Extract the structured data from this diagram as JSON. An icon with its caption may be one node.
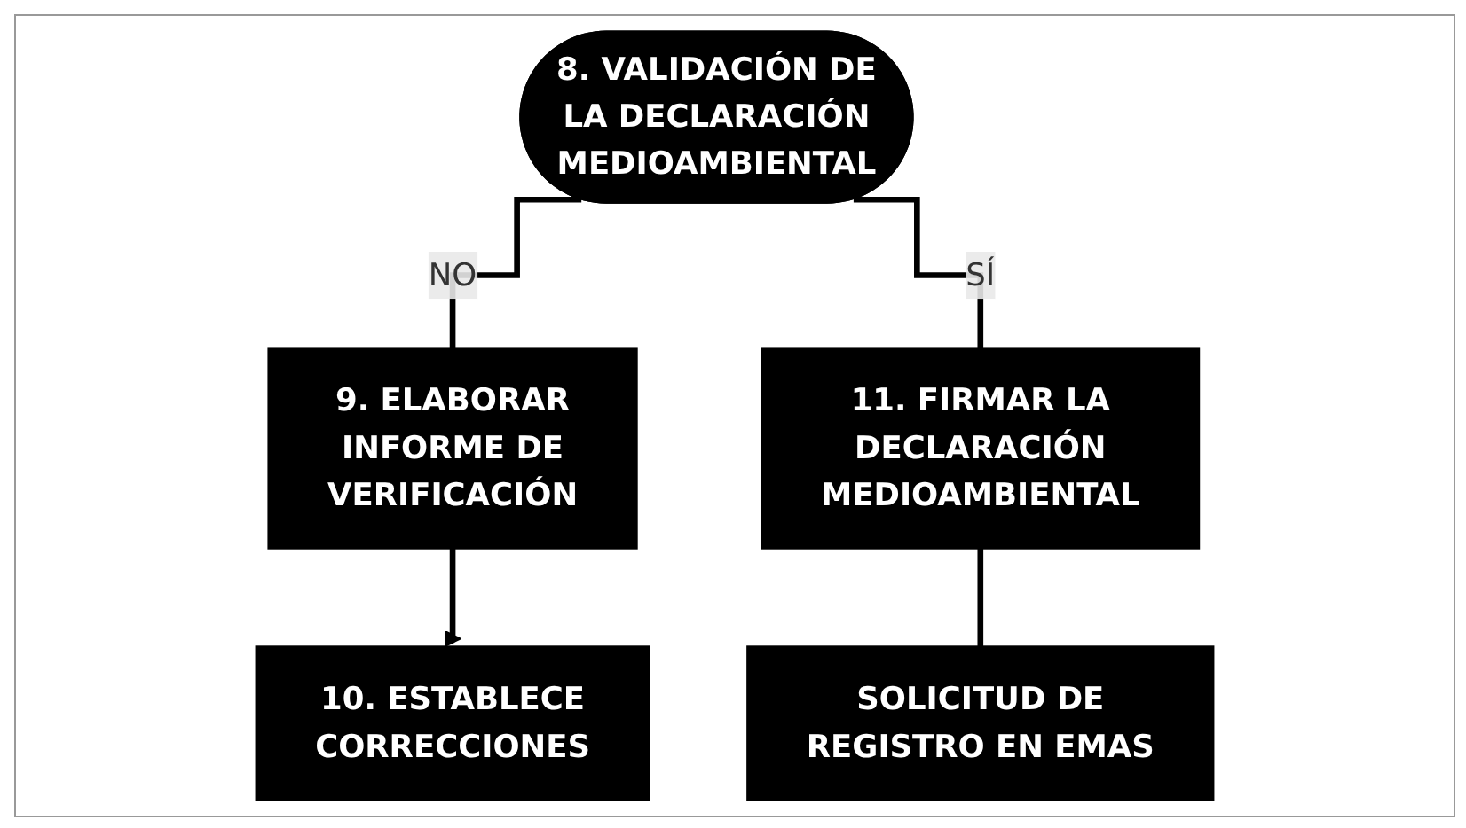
{
  "diagram": {
    "nodes": [
      {
        "text": [
          "8. VALIDACIÓN DE LA DECLARACIÓN MEDIOAMBIENTAL"
        ]
      },
      {
        "text": [
          "9. ELABORAR INFORME DE VERIFICACIÓN"
        ]
      },
      {
        "text": [
          "10. ESTABLECE CORRECCIONES"
        ]
      },
      {
        "text": [
          "11. FIRMAR LA DECLARACIÓN MEDIOAMBIENTAL"
        ]
      },
      {
        "text": [
          "SOLICITUD DE REGISTRO EN EMAS"
        ]
      }
    ],
    "edges": [
      {
        "from": 0,
        "to": 1,
        "label": "NO",
        "arrow": "none"
      },
      {
        "from": 1,
        "to": 2,
        "arrow": "to"
      },
      {
        "from": 0,
        "to": 3,
        "label": "SÍ",
        "arrow": "none"
      },
      {
        "from": 3,
        "to": 4,
        "arrow": "none"
      }
    ]
  }
}
